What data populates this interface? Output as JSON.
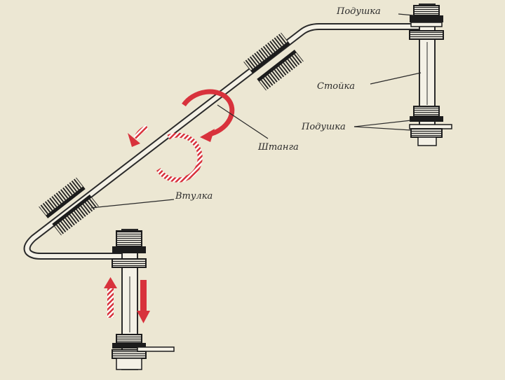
{
  "labels": {
    "cushion_top": "Подушка",
    "post": "Стойка",
    "cushion_mid": "Подушка",
    "rod": "Штанга",
    "bushing": "Втулка"
  },
  "colors": {
    "paper": "#ece7d3",
    "ink": "#2a2a2a",
    "arrow_red": "#d8323c",
    "hatch": "#1c1c1c"
  },
  "icons": {
    "rotation_arrow_solid": "curved-arrow-icon",
    "rotation_arrow_striped": "curved-arrow-striped-icon",
    "up_arrow": "arrow-up-striped-icon",
    "down_arrow": "arrow-down-icon"
  }
}
